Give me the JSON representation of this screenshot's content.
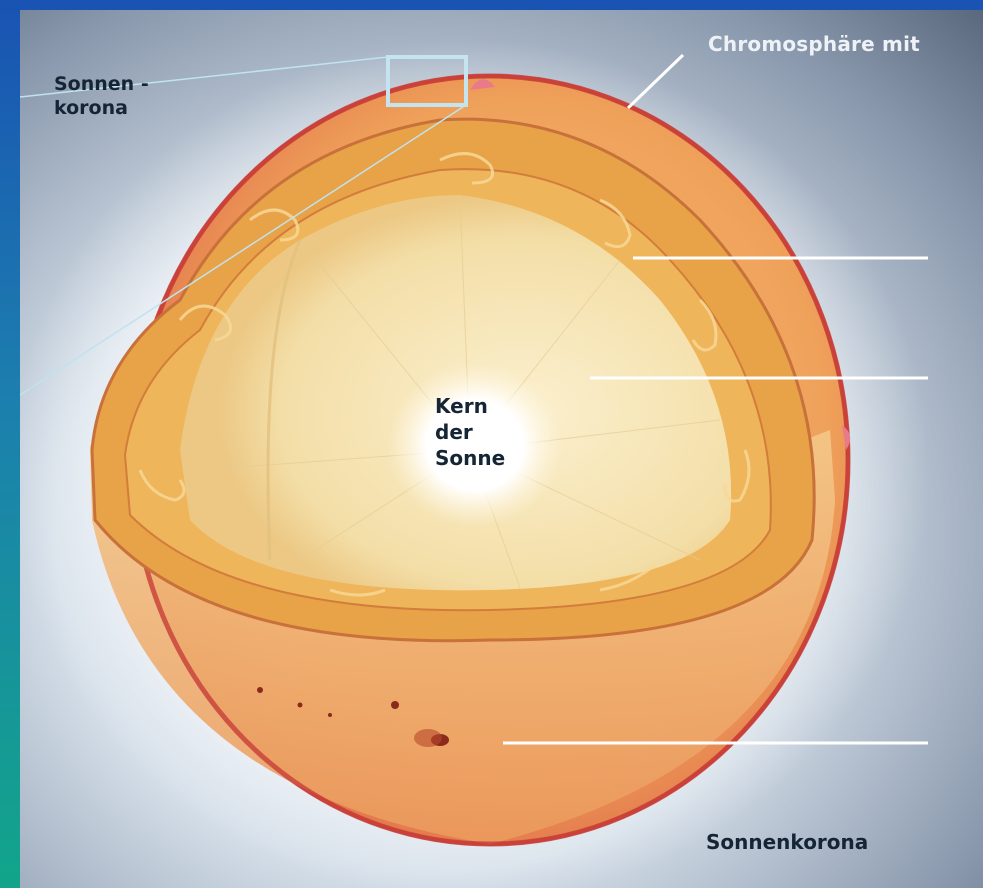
{
  "labels": {
    "chromosphere": "Chromosphäre mit",
    "corona_top": "Sonnen -\nkorona",
    "core": "Kern\nder\nSonne",
    "corona_bottom": "Sonnenkorona"
  },
  "colors": {
    "slide_blue": "#1b5bb0",
    "slide_teal": "#14a38c",
    "sun_surface": "#f0a25a",
    "sun_rim": "#d0453a",
    "convection_zone": "#e9a24a",
    "radiation_zone": "#f7e4b2",
    "core": "#ffffff",
    "corona_sky": "#c9d6e6",
    "callout_box": "#bfe3ef"
  }
}
